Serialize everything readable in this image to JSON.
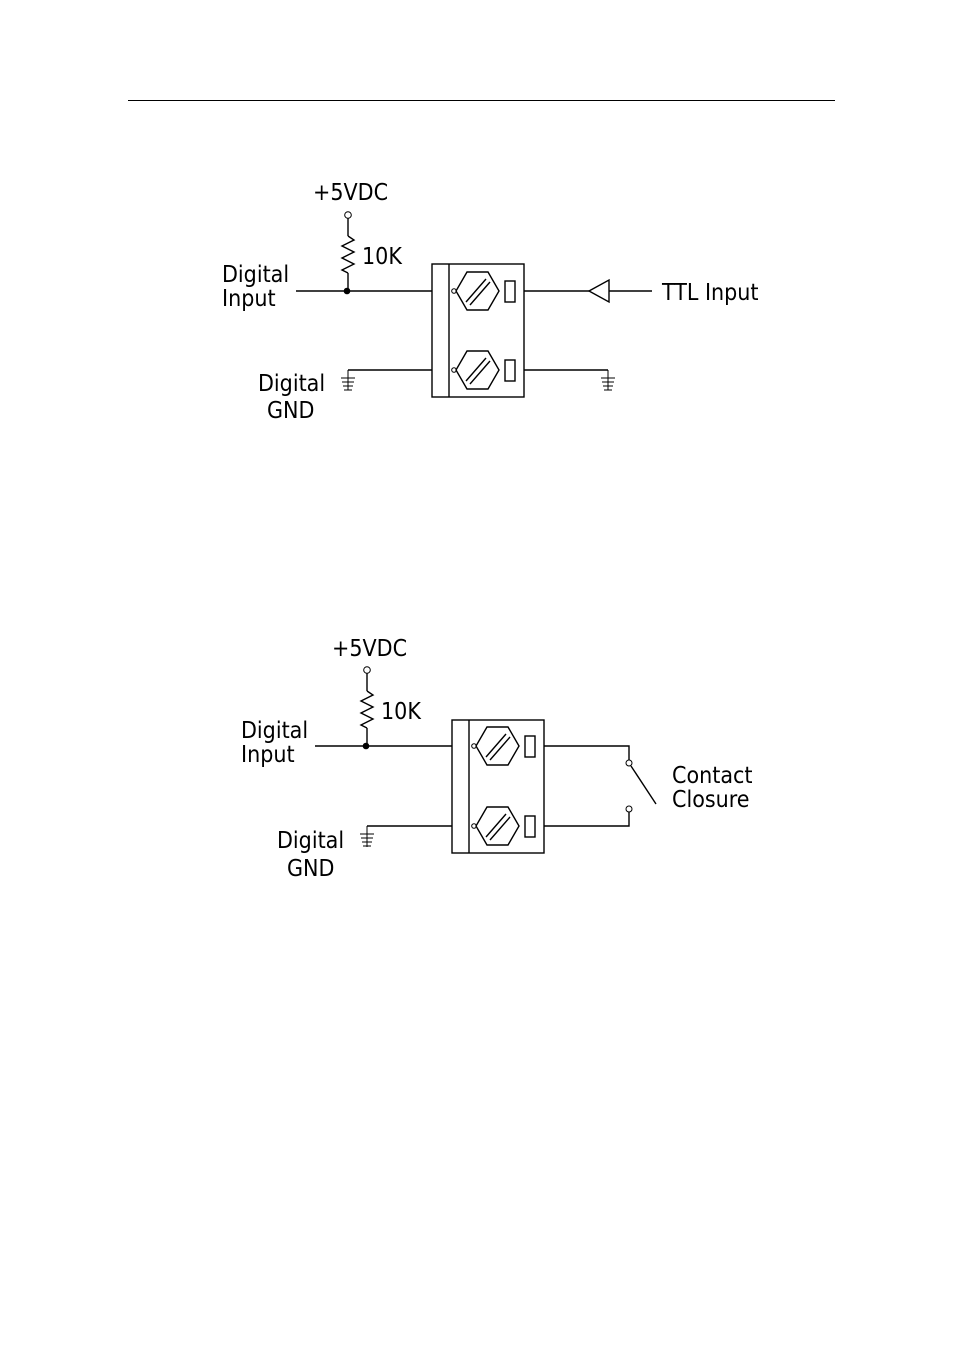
{
  "diagram_ttl": {
    "supply_label": "+5VDC",
    "resistor_label": "10K",
    "input_label_line1": "Digital",
    "input_label_line2": "Input",
    "gnd_label_line1": "Digital",
    "gnd_label_line2": "GND",
    "source_label": "TTL  Input"
  },
  "diagram_contact": {
    "supply_label": "+5VDC",
    "resistor_label": "10K",
    "input_label_line1": "Digital",
    "input_label_line2": "Input",
    "gnd_label_line1": "Digital",
    "gnd_label_line2": "GND",
    "switch_label_line1": "Contact",
    "switch_label_line2": "Closure"
  }
}
